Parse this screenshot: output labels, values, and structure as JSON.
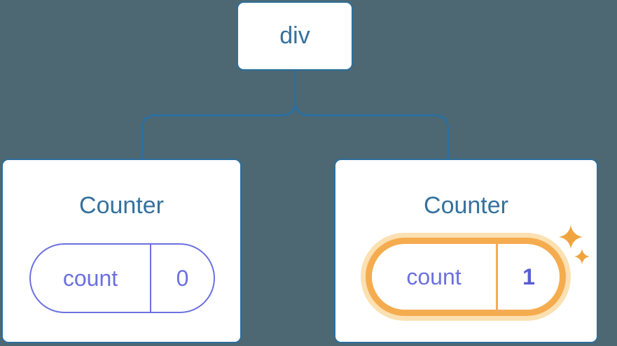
{
  "diagram": {
    "root_node": {
      "label": "div"
    },
    "children": [
      {
        "title": "Counter",
        "state": {
          "label": "count",
          "value": "0"
        },
        "highlighted": false
      },
      {
        "title": "Counter",
        "state": {
          "label": "count",
          "value": "1"
        },
        "highlighted": true
      }
    ],
    "icons": {
      "sparkle_icon": "✦"
    },
    "colors": {
      "background": "#4D6873",
      "connector_blue": "#2B6F9E",
      "heading_blue": "#35719C",
      "state_purple": "#6B70E0",
      "highlight_orange": "#F5AC4F",
      "highlight_glow": "#FBE0B2",
      "sparkle_orange": "#F0A43E"
    }
  }
}
